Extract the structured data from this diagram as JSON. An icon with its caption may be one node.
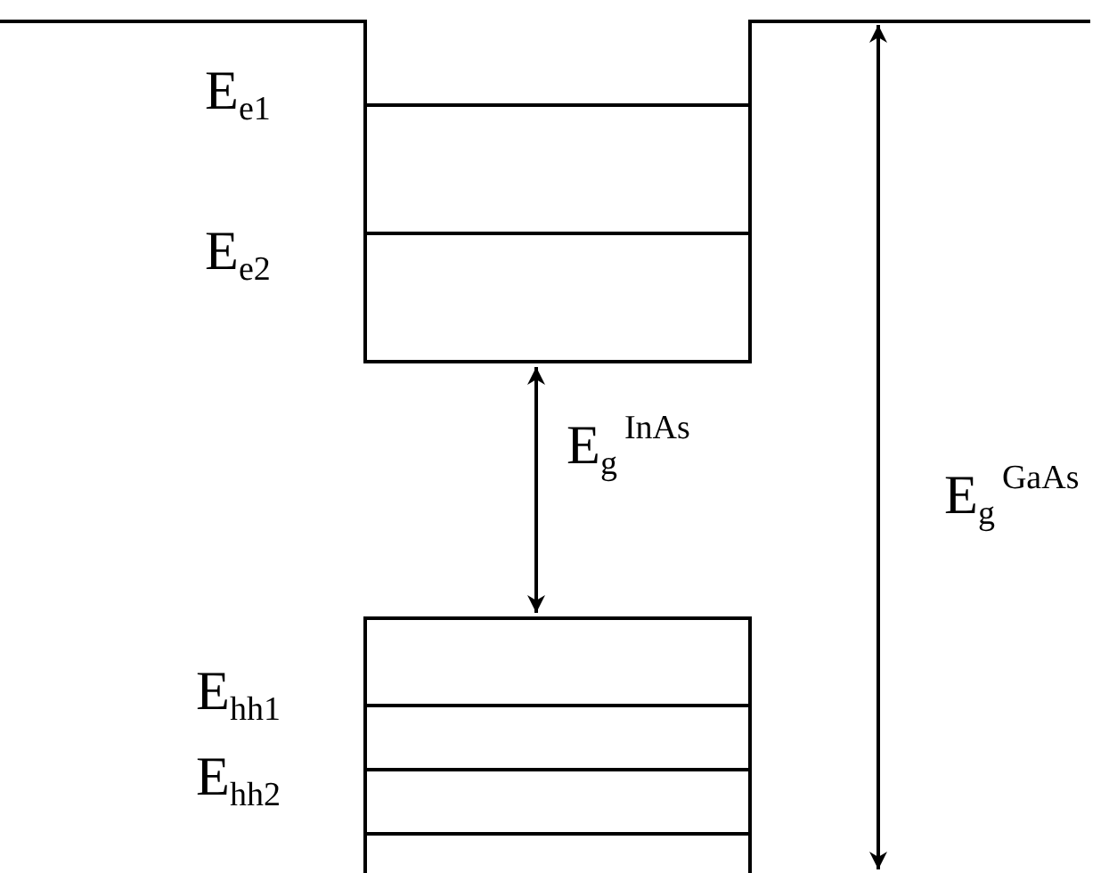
{
  "diagram": {
    "labels": [
      "E$_{e1}$",
      "E$_{e2}$",
      "E$_{g}$$^{InAs}$",
      "E$_{hh1}$",
      "E$_{hh2}$",
      "E$_{g}$$^{GaAs}$"
    ]
  }
}
